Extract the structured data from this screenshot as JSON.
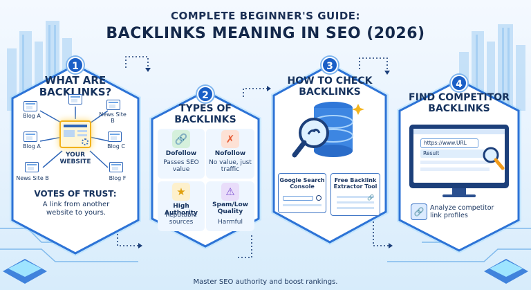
{
  "header": {
    "subtitle": "COMPLETE BEGINNER'S GUIDE:",
    "title": "BACKLINKS MEANING IN SEO (2026)"
  },
  "steps": [
    {
      "number": "1",
      "title": "WHAT ARE BACKLINKS?",
      "sites": [
        "Blog A",
        "News Site B",
        "Blog A",
        "Blog C",
        "News Site B",
        "Blog F"
      ],
      "center_label": "YOUR WEBSITE",
      "subheading": "VOTES OF TRUST:",
      "description": "A link from another website to yours."
    },
    {
      "number": "2",
      "title": "TYPES OF BACKLINKS",
      "types": [
        {
          "name": "Dofollow",
          "desc": "Passes SEO value",
          "icon": "link-icon",
          "color": "#2fa84f"
        },
        {
          "name": "Nofollow",
          "desc": "No value, just traffic",
          "icon": "broken-link-icon",
          "color": "#e55b34"
        },
        {
          "name": "High Authority",
          "desc": "Reputable sources",
          "icon": "medal-icon",
          "color": "#f0b21c"
        },
        {
          "name": "Spam/Low Quality",
          "desc": "Harmful",
          "icon": "warning-icon",
          "color": "#7a4fd0"
        }
      ]
    },
    {
      "number": "3",
      "title": "HOW TO CHECK BACKLINKS",
      "tools": [
        "Google Search Console",
        "Free Backlink Extractor Tool"
      ]
    },
    {
      "number": "4",
      "title": "FIND COMPETITOR BACKLINKS",
      "url": "https://www.URL",
      "result": "Result",
      "caption": "Analyze competitor link profiles"
    }
  ],
  "footer": "Master SEO authority and boost rankings.",
  "colors": {
    "accent": "#1a5fc7",
    "frame": "#2d73d6",
    "glow": "#8fd3ff"
  }
}
